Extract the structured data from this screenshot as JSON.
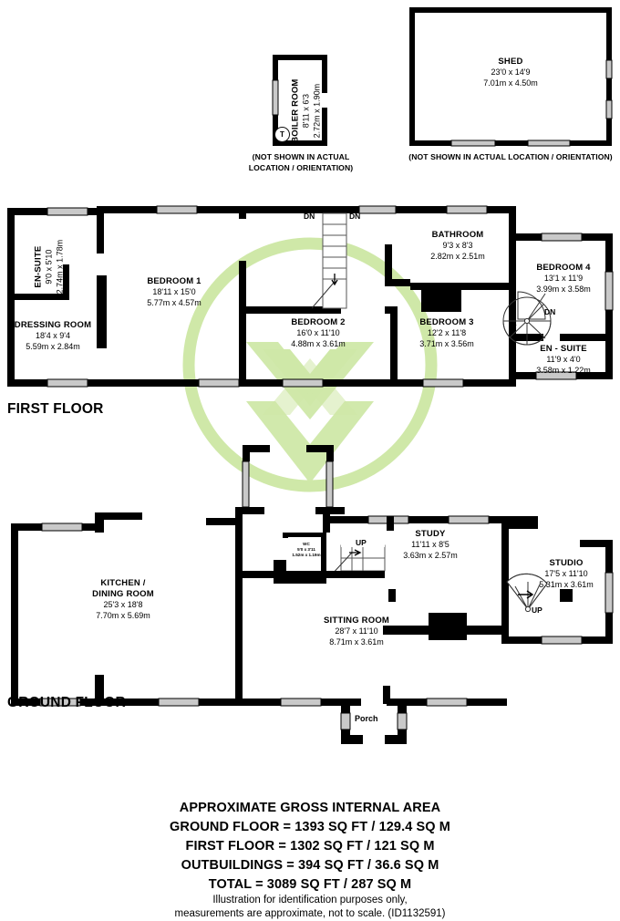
{
  "outbuildings": {
    "boiler_room": {
      "name": "BOILER ROOM",
      "dim_ft": "8'11 x 6'3",
      "dim_m": "2.72m x 1.90m",
      "thermostat_symbol": "T",
      "note_line1": "(NOT SHOWN IN ACTUAL",
      "note_line2": "LOCATION / ORIENTATION)"
    },
    "shed": {
      "name": "SHED",
      "dim_ft": "23'0 x 14'9",
      "dim_m": "7.01m x 4.50m",
      "note": "(NOT SHOWN IN ACTUAL LOCATION / ORIENTATION)"
    }
  },
  "first_floor": {
    "title": "FIRST FLOOR",
    "stairs_label_left": "DN",
    "stairs_label_right": "DN",
    "spiral_label": "DN",
    "rooms": [
      {
        "name": "EN-SUITE",
        "dim_ft": "9'0 x 5'10",
        "dim_m": "2.74m x 1.78m"
      },
      {
        "name": "DRESSING ROOM",
        "dim_ft": "18'4 x 9'4",
        "dim_m": "5.59m x 2.84m"
      },
      {
        "name": "BEDROOM 1",
        "dim_ft": "18'11 x 15'0",
        "dim_m": "5.77m x 4.57m"
      },
      {
        "name": "BEDROOM 2",
        "dim_ft": "16'0 x 11'10",
        "dim_m": "4.88m x 3.61m"
      },
      {
        "name": "BATHROOM",
        "dim_ft": "9'3 x 8'3",
        "dim_m": "2.82m x 2.51m"
      },
      {
        "name": "BEDROOM 3",
        "dim_ft": "12'2 x 11'8",
        "dim_m": "3.71m x 3.56m"
      },
      {
        "name": "BEDROOM 4",
        "dim_ft": "13'1 x 11'9",
        "dim_m": "3.99m x 3.58m"
      },
      {
        "name": "EN - SUITE",
        "dim_ft": "11'9 x 4'0",
        "dim_m": "3.58m x 1.22m"
      }
    ]
  },
  "ground_floor": {
    "title": "GROUND FLOOR",
    "stairs_label": "UP",
    "spiral_label": "UP",
    "porch_label": "Porch",
    "rooms": [
      {
        "name": "KITCHEN /",
        "name2": "DINING ROOM",
        "dim_ft": "25'3 x 18'8",
        "dim_m": "7.70m x 5.69m"
      },
      {
        "name": "WC",
        "dim_ft": "5'0 x 3'11",
        "dim_m": "1.52m x 1.19m"
      },
      {
        "name": "STUDY",
        "dim_ft": "11'11 x 8'5",
        "dim_m": "3.63m x 2.57m"
      },
      {
        "name": "SITTING ROOM",
        "dim_ft": "28'7 x 11'10",
        "dim_m": "8.71m x 3.61m"
      },
      {
        "name": "STUDIO",
        "dim_ft": "17'5 x 11'10",
        "dim_m": "5.31m x 3.61m"
      }
    ]
  },
  "footer": {
    "heading": "APPROXIMATE GROSS INTERNAL AREA",
    "ground": "GROUND FLOOR = 1393 SQ FT / 129.4 SQ M",
    "first": "FIRST FLOOR = 1302 SQ FT / 121 SQ M",
    "outbuildings": "OUTBUILDINGS = 394 SQ FT / 36.6 SQ M",
    "total": "TOTAL = 3089 SQ FT / 287 SQ M",
    "disclaimer1": "Illustration for identification purposes only,",
    "disclaimer2": "measurements are approximate, not to scale. (ID1132591)"
  },
  "colors": {
    "wall": "#000000",
    "window": "#c9c9c9",
    "watermark": "#cfe8a8",
    "background": "#ffffff"
  }
}
